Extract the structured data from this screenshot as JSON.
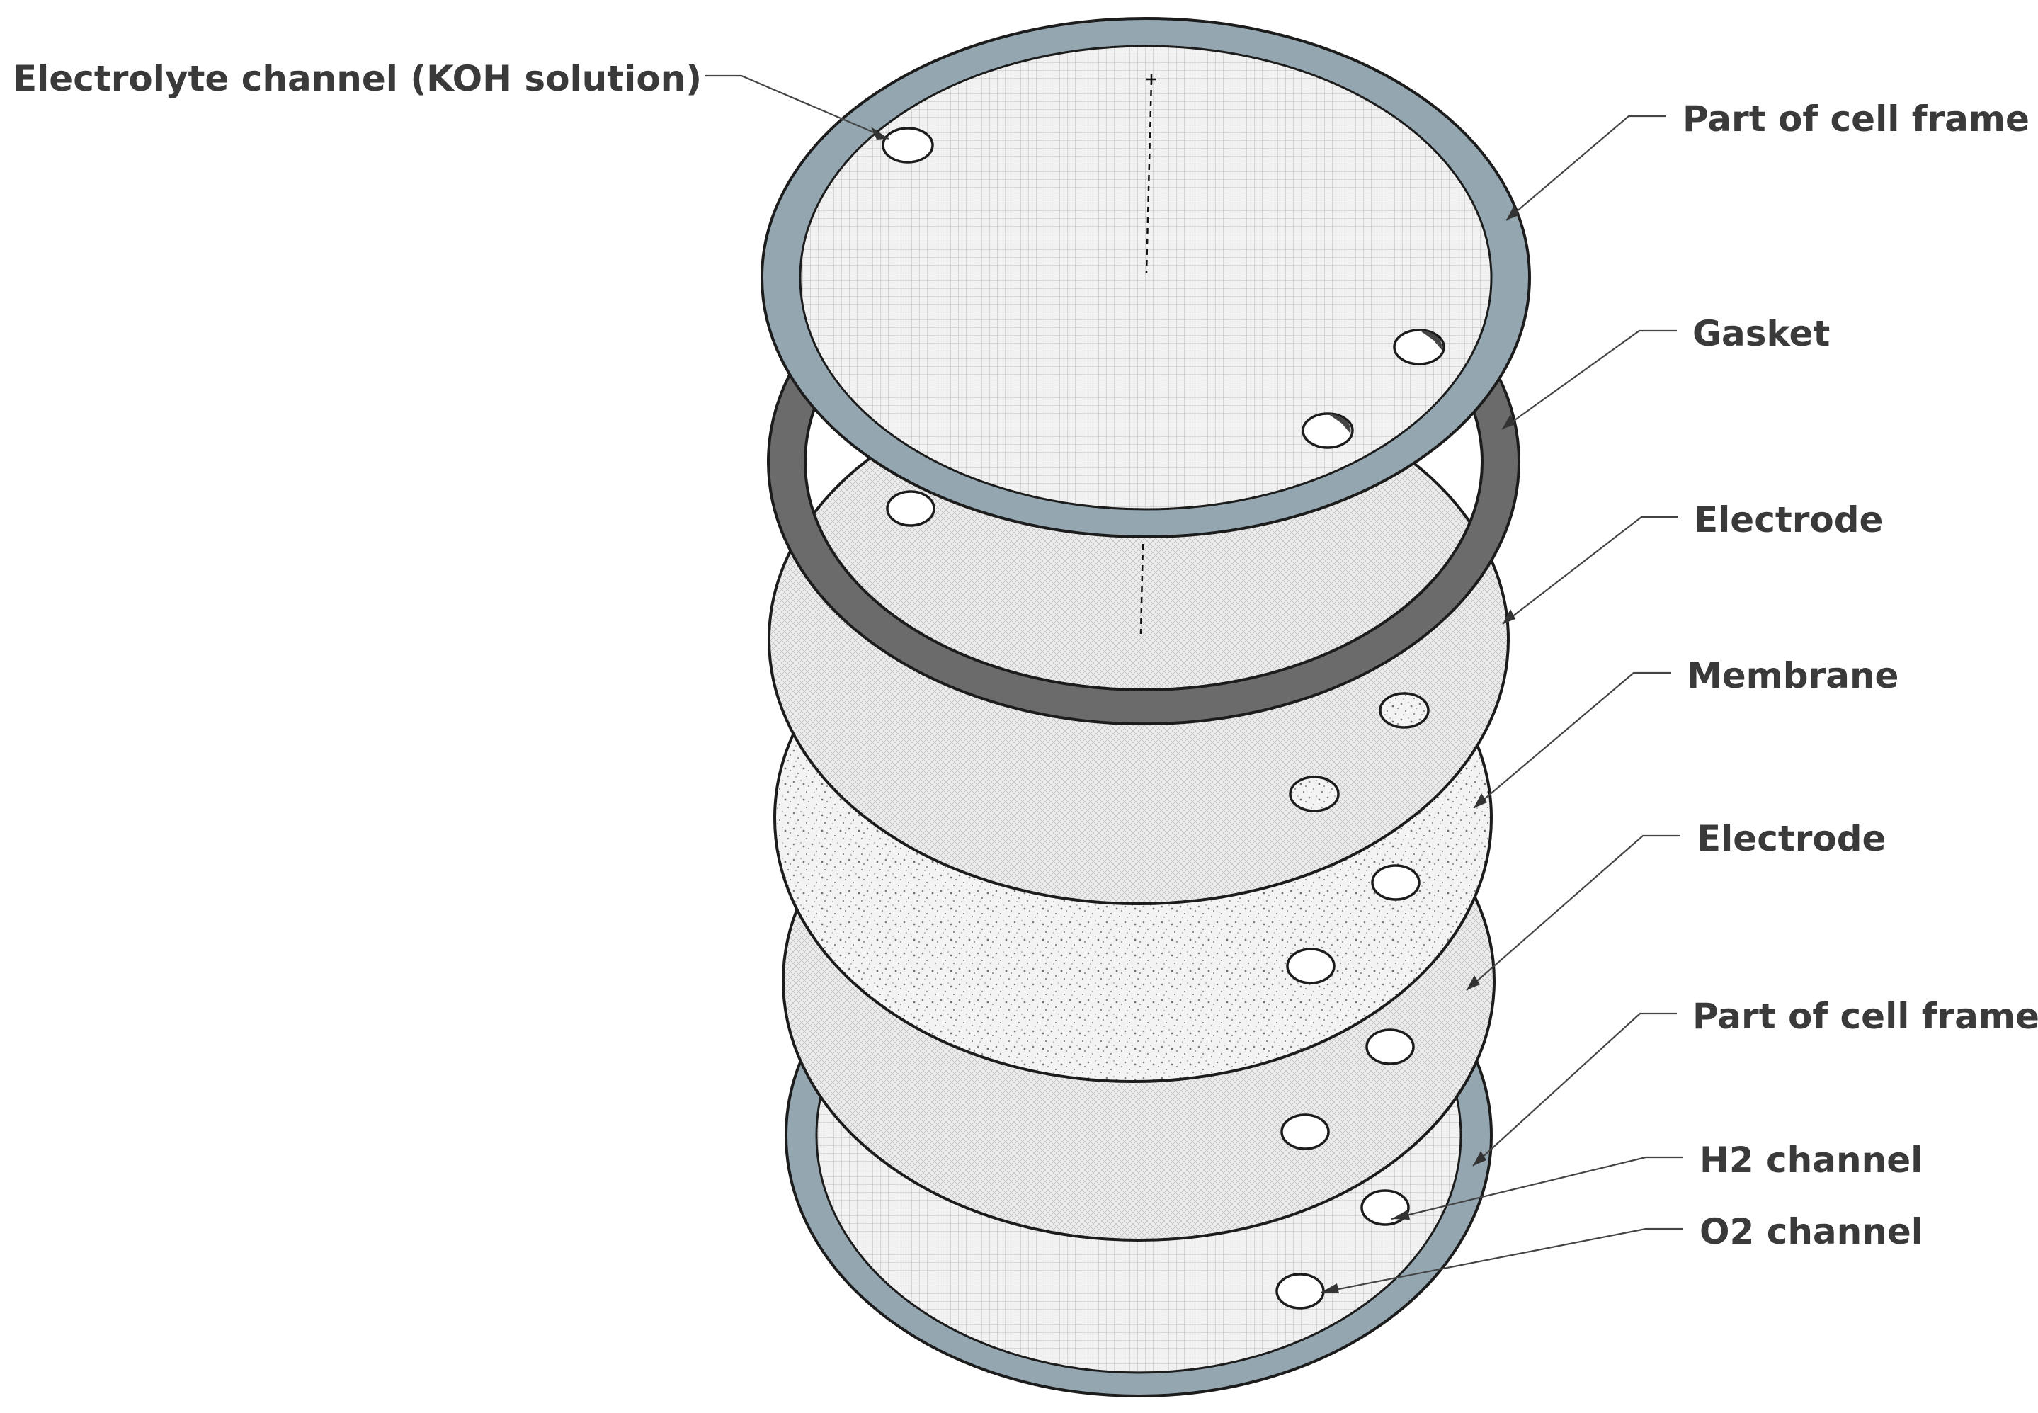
{
  "labels": {
    "electrolyte_channel": "Electrolyte channel (KOH solution)",
    "cell_frame_top": "Part of cell frame",
    "gasket": "Gasket",
    "electrode_top": "Electrode",
    "membrane": "Membrane",
    "electrode_bottom": "Electrode",
    "cell_frame_bottom": "Part of cell frame",
    "h2_channel": "H2 channel",
    "o2_channel": "O2 channel"
  },
  "colors": {
    "frame": "#94a7b1",
    "gasket": "#6b6b6b",
    "electrode_fill": "#ececec",
    "mesh": "#bdbdbd",
    "membrane_fill": "#efefef",
    "outline": "#1c1c1c",
    "label_text": "#3a3a3a"
  }
}
